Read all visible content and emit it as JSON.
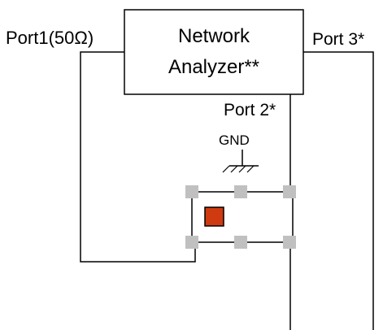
{
  "analyzer": {
    "line1": "Network",
    "line2": "Analyzer**"
  },
  "ports": {
    "port1": "Port1(50Ω)",
    "port2": "Port 2*",
    "port3": "Port 3*"
  },
  "ground": {
    "label": "GND"
  },
  "colors": {
    "line": "#000000",
    "pad": "#c0c0c0",
    "device": "#d03a10"
  }
}
